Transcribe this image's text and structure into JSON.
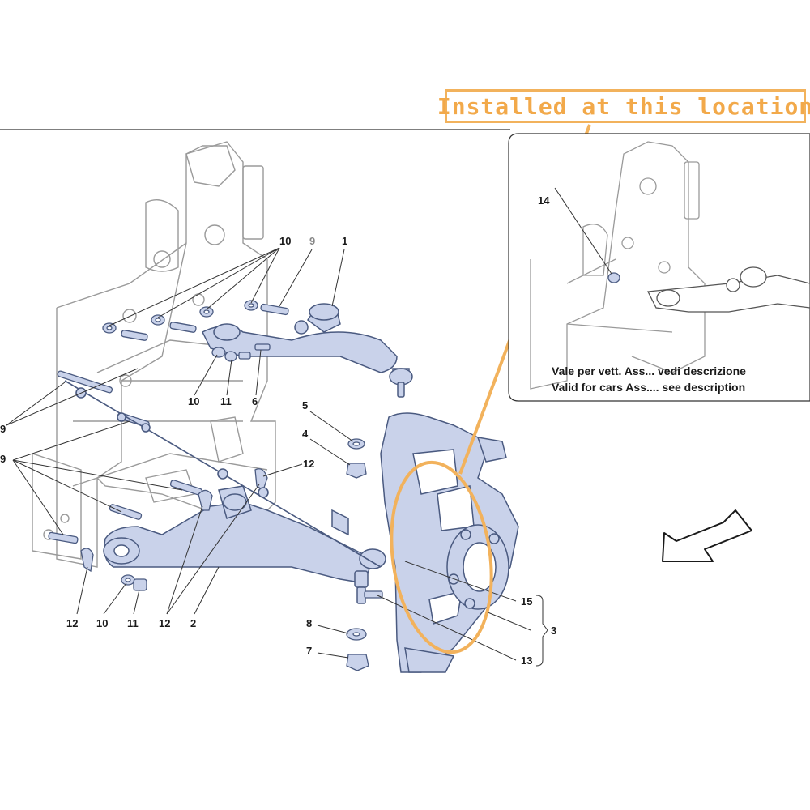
{
  "banner": {
    "text": "Installed at this location"
  },
  "inset": {
    "note_line1": "Vale per vett. Ass... vedi descrizione",
    "note_line2": "Valid for cars Ass.... see description"
  },
  "callouts": {
    "c1": "1",
    "c2": "2",
    "c3": "3",
    "c4": "4",
    "c5": "5",
    "c6": "6",
    "c7": "7",
    "c8": "8",
    "c9_top": "9",
    "c9_left_a": "9",
    "c9_left_b": "9",
    "c10_top": "10",
    "c10_mid": "10",
    "c10_bottom": "10",
    "c11_mid": "11",
    "c11_bottom": "11",
    "c12_right": "12",
    "c12_bottom_a": "12",
    "c12_bottom_b": "12",
    "c13": "13",
    "c14": "14",
    "c15": "15"
  },
  "colors": {
    "part_fill": "#c9d2ea",
    "part_stroke": "#4a5a80",
    "frame_stroke": "#9a9a9a",
    "highlight": "#f2b25c",
    "arrow_fill": "#ffffff"
  },
  "icons": {
    "direction": "arrow-icon"
  }
}
